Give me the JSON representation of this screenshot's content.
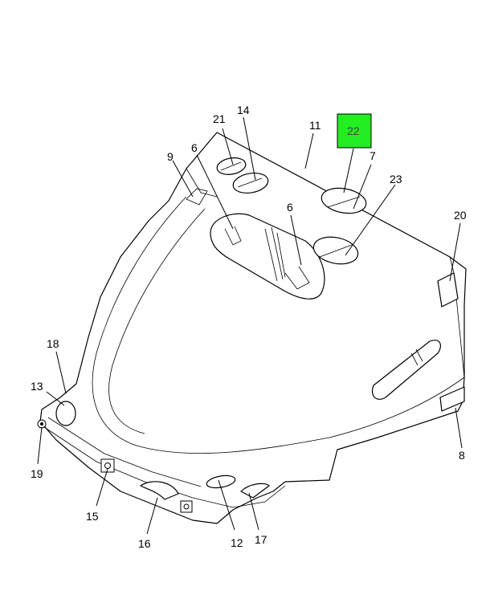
{
  "diagram": {
    "highlight_color": "#22ee22",
    "highlighted_label": "22",
    "labels": {
      "n6a": "6",
      "n6b": "6",
      "n7": "7",
      "n8": "8",
      "n9": "9",
      "n11": "11",
      "n12": "12",
      "n13": "13",
      "n14": "14",
      "n15": "15",
      "n16": "16",
      "n17": "17",
      "n18": "18",
      "n19": "19",
      "n20": "20",
      "n21": "21",
      "n22": "22",
      "n23": "23"
    }
  }
}
